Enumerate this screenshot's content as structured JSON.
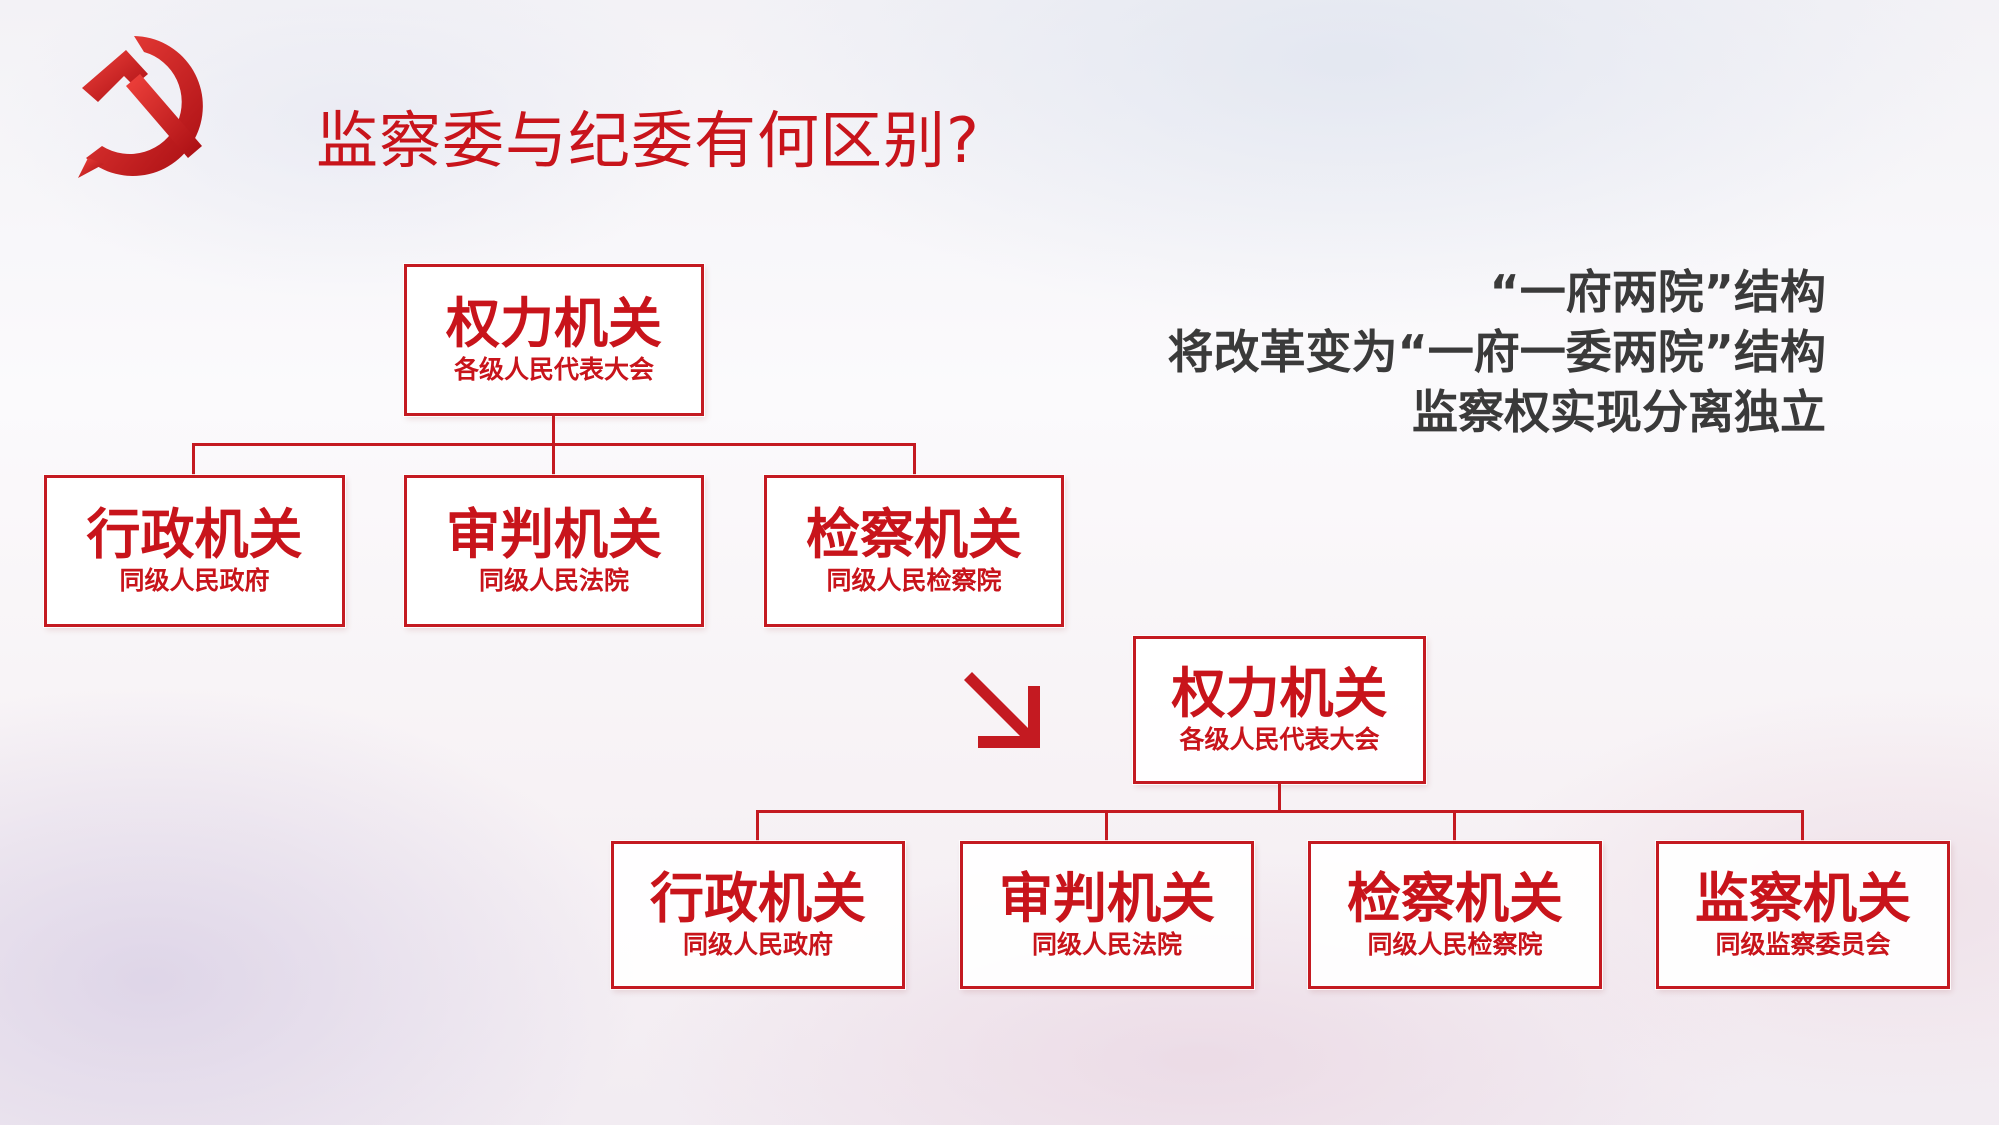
{
  "title": "监察委与纪委有何区别?",
  "info_lines": [
    "“一府两院”结构",
    "将改革变为“一府一委两院”结构",
    "监察权实现分离独立"
  ],
  "diagram_before": {
    "root": {
      "main": "权力机关",
      "sub": "各级人民代表大会"
    },
    "children": [
      {
        "main": "行政机关",
        "sub": "同级人民政府"
      },
      {
        "main": "审判机关",
        "sub": "同级人民法院"
      },
      {
        "main": "检察机关",
        "sub": "同级人民检察院"
      }
    ]
  },
  "diagram_after": {
    "root": {
      "main": "权力机关",
      "sub": "各级人民代表大会"
    },
    "children": [
      {
        "main": "行政机关",
        "sub": "同级人民政府"
      },
      {
        "main": "审判机关",
        "sub": "同级人民法院"
      },
      {
        "main": "检察机关",
        "sub": "同级人民检察院"
      },
      {
        "main": "监察机关",
        "sub": "同级监察委员会"
      }
    ]
  },
  "icons": {
    "emblem": "hammer-sickle-icon",
    "arrow": "arrow-down-right-icon"
  },
  "colors": {
    "accent_red": "#c8141b",
    "text_dark": "#3a3a3a"
  }
}
